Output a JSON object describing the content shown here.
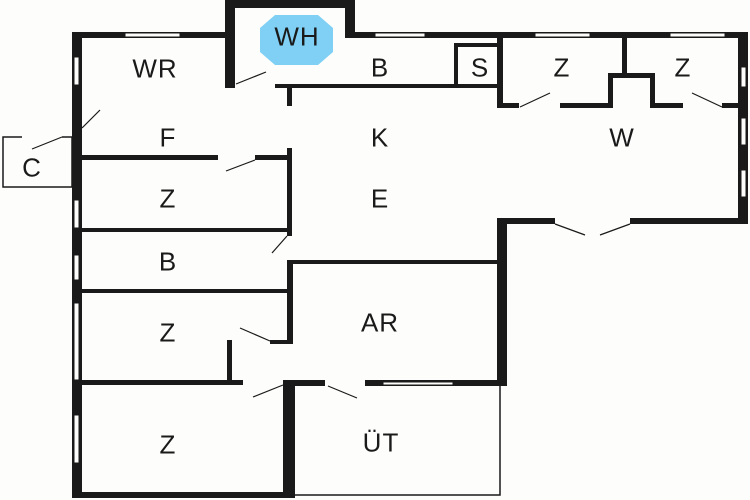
{
  "plan": {
    "rooms": [
      {
        "id": "wh",
        "label": "WH"
      },
      {
        "id": "wr",
        "label": "WR"
      },
      {
        "id": "b-top",
        "label": "B"
      },
      {
        "id": "s",
        "label": "S"
      },
      {
        "id": "z-top-1",
        "label": "Z"
      },
      {
        "id": "z-top-2",
        "label": "Z"
      },
      {
        "id": "c",
        "label": "C"
      },
      {
        "id": "f",
        "label": "F"
      },
      {
        "id": "k",
        "label": "K"
      },
      {
        "id": "w",
        "label": "W"
      },
      {
        "id": "z-left-1",
        "label": "Z"
      },
      {
        "id": "e",
        "label": "E"
      },
      {
        "id": "b-left",
        "label": "B"
      },
      {
        "id": "z-left-2",
        "label": "Z"
      },
      {
        "id": "ar",
        "label": "AR"
      },
      {
        "id": "z-bottom",
        "label": "Z"
      },
      {
        "id": "ut",
        "label": "ÜT"
      }
    ],
    "colors": {
      "wall": "#1a1a1a",
      "highlight": "#7fd0f4",
      "background": "#fdfdfb"
    }
  }
}
